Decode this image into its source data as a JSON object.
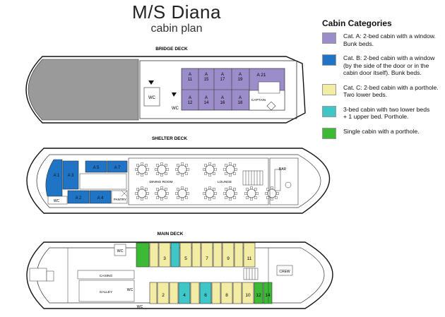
{
  "header": {
    "title": "M/S Diana",
    "subtitle": "cabin plan"
  },
  "legend": {
    "title": "Cabin Categories",
    "items": [
      {
        "label": "Cat. A: 2-bed cabin with a window. Bunk beds.",
        "lines": [
          "Cat. A: 2-bed cabin with a window.",
          "Bunk beds."
        ],
        "color": "#9b8dc9"
      },
      {
        "label": "Cat. B: 2-bed cabin with a window (by the side of the door or in the cabin door itself). Bunk beds.",
        "lines": [
          "Cat. B: 2-bed cabin with a window",
          "(by the side of the door or in the",
          "cabin door itself). Bunk beds."
        ],
        "color": "#1f74c6"
      },
      {
        "label": "Cat. C: 2-bed cabin with a porthole. Two lower beds.",
        "lines": [
          "Cat. C: 2-bed cabin with a porthole.",
          "Two lower beds."
        ],
        "color": "#f3eca4"
      },
      {
        "label": "3-bed cabin with two lower beds + 1 upper bed. Porthole.",
        "lines": [
          "3-bed cabin with two lower beds",
          "+ 1 upper bed. Porthole."
        ],
        "color": "#3fc6c6"
      },
      {
        "label": "Single cabin with a porthole.",
        "lines": [
          "Single cabin with a porthole."
        ],
        "color": "#3dba35"
      }
    ]
  },
  "decks": {
    "bridge": {
      "name": "BRIDGE DECK",
      "labels": {
        "wc1": "WC",
        "wc2": "WC",
        "captain": "CAPTAIN"
      },
      "cabins_top": [
        "A 11",
        "A 15",
        "A 17",
        "A 19",
        "A 21"
      ],
      "cabins_bottom": [
        "A 12",
        "A 14",
        "A 16",
        "A 18"
      ]
    },
    "shelter": {
      "name": "SHELTER DECK",
      "labels": {
        "dining": "DINING ROOM",
        "lounge": "LOUNGE",
        "bar": "BAR",
        "pantry": "PANTRY",
        "wc": "WC"
      },
      "cabins": [
        "A 1",
        "A 3",
        "A 5",
        "A 7",
        "A 2",
        "A 4"
      ]
    },
    "main": {
      "name": "MAIN DECK",
      "labels": {
        "casing": "CASING",
        "galley": "GALLEY",
        "crew": "CREW",
        "wc1": "WC",
        "wc2": "WC",
        "wc3": "WC"
      },
      "cabins_top": [
        "3",
        "5",
        "7",
        "9",
        "11"
      ],
      "cabins_bottom": [
        "2",
        "4",
        "6",
        "8",
        "10",
        "12",
        "14"
      ]
    }
  },
  "colors": {
    "catA": "#9b8dc9",
    "catB": "#1f74c6",
    "catC": "#f3eca4",
    "triple": "#3fc6c6",
    "single": "#3dba35",
    "grey": "#9a9a9a"
  }
}
